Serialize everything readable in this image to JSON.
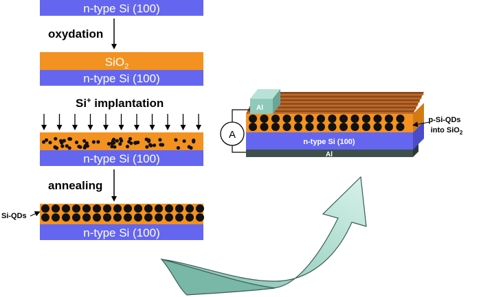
{
  "colors": {
    "silicon": "#6466f0",
    "oxide": "#f39220",
    "dot": "#111111",
    "aluminum_top": "#8fc9b9",
    "aluminum_bottom": "#3f4f4c",
    "arrow_fill": "#a6dccd",
    "arrow_stroke": "#3a5a52"
  },
  "left_panel": {
    "substrate_label": "n-type Si (100)",
    "step_oxidation": "oxydation",
    "oxide_label_base": "SiO",
    "oxide_label_sub": "2",
    "step_implantation_prefix": "Si",
    "step_implantation_sup": "+",
    "step_implantation_rest": " implantation",
    "step_annealing": "annealing",
    "qd_label": "Si-QDs"
  },
  "device": {
    "substrate_label": "n-type Si (100)",
    "top_contact_label": "Al",
    "bottom_contact_label": "Al",
    "ammeter_label": "A",
    "qd_label_line1": "p-Si-QDs",
    "qd_label_line2_base": "into SiO",
    "qd_label_line2_sub": "2"
  },
  "icons": {
    "ion_beam": "down-arrow-icon",
    "process_flow": "curved-arrow-icon",
    "meter": "ammeter-icon"
  }
}
